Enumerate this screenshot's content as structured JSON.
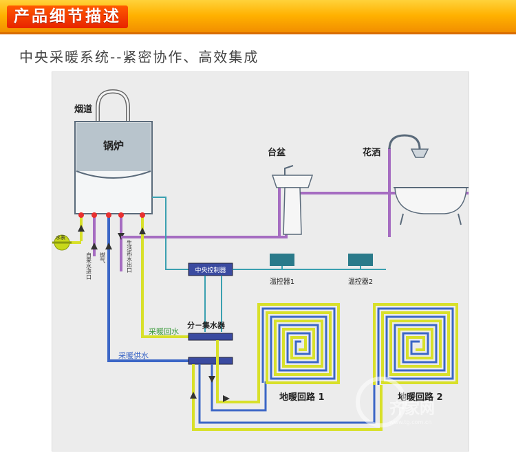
{
  "banner": {
    "title": "产品细节描述"
  },
  "subtitle": "中央采暖系统--紧密协作、高效集成",
  "diagram": {
    "flue": "烟道",
    "boiler": "锅炉",
    "water_meter": "水表",
    "cold_water_inlet": "自来水进口",
    "gas": "燃气",
    "hot_water_outlet": "生活热水出口",
    "basin": "台盆",
    "shower": "花洒",
    "central_controller": "中央控制器",
    "thermostat_1": "温控器1",
    "thermostat_2": "温控器2",
    "manifold": "分－集水器",
    "heating_return": "采暖回水",
    "heating_supply": "采暖供水",
    "loop_1": "地暖回路 1",
    "loop_2": "地暖回路 2"
  },
  "watermark": {
    "brand": "齐家网",
    "url": "www.tg.com.cn"
  },
  "colors": {
    "banner_top": "#ffd23a",
    "banner_bottom": "#f08a00",
    "title_bg": "#e82300",
    "pipe_purple": "#a56cc1",
    "pipe_blue": "#3b66c6",
    "pipe_yellow": "#d8e02a",
    "pipe_teal": "#3aa0b0",
    "pipe_green_label": "#3a9a3a",
    "thermostat": "#2a7a8a",
    "manifold": "#3a4aa0"
  }
}
